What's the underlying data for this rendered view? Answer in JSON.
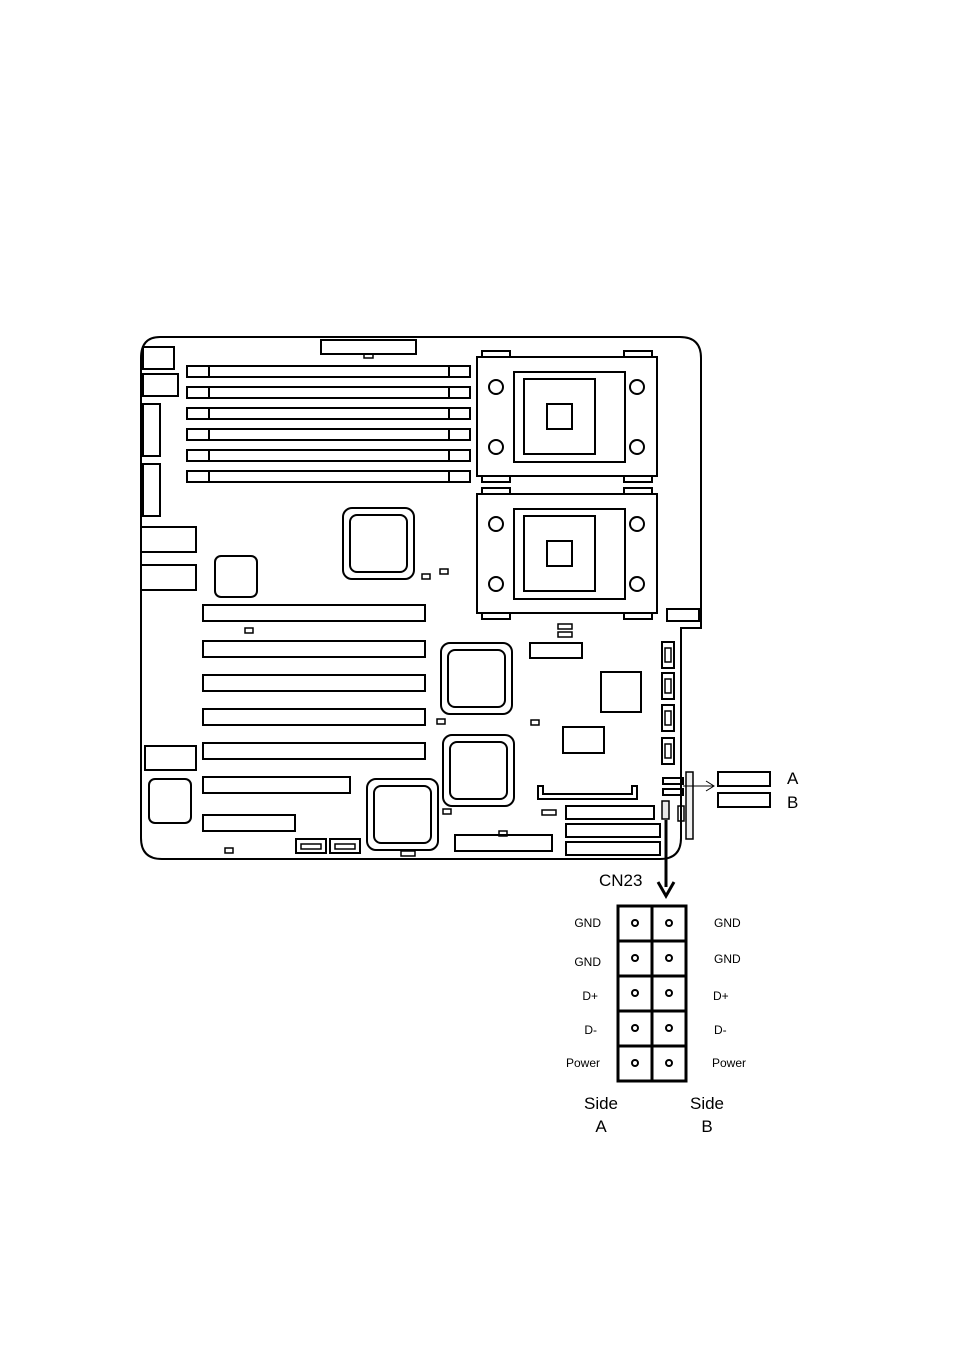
{
  "connector": {
    "name": "CN23",
    "port_a": "A",
    "port_b": "B"
  },
  "pins": {
    "side_a": [
      "GND",
      "GND",
      "D+",
      "D-",
      "Power"
    ],
    "side_b": [
      "GND",
      "GND",
      "D+",
      "D-",
      "Power"
    ]
  },
  "sides": {
    "a_line1": "Side",
    "a_line2": "A",
    "b_line1": "Side",
    "b_line2": "B"
  }
}
